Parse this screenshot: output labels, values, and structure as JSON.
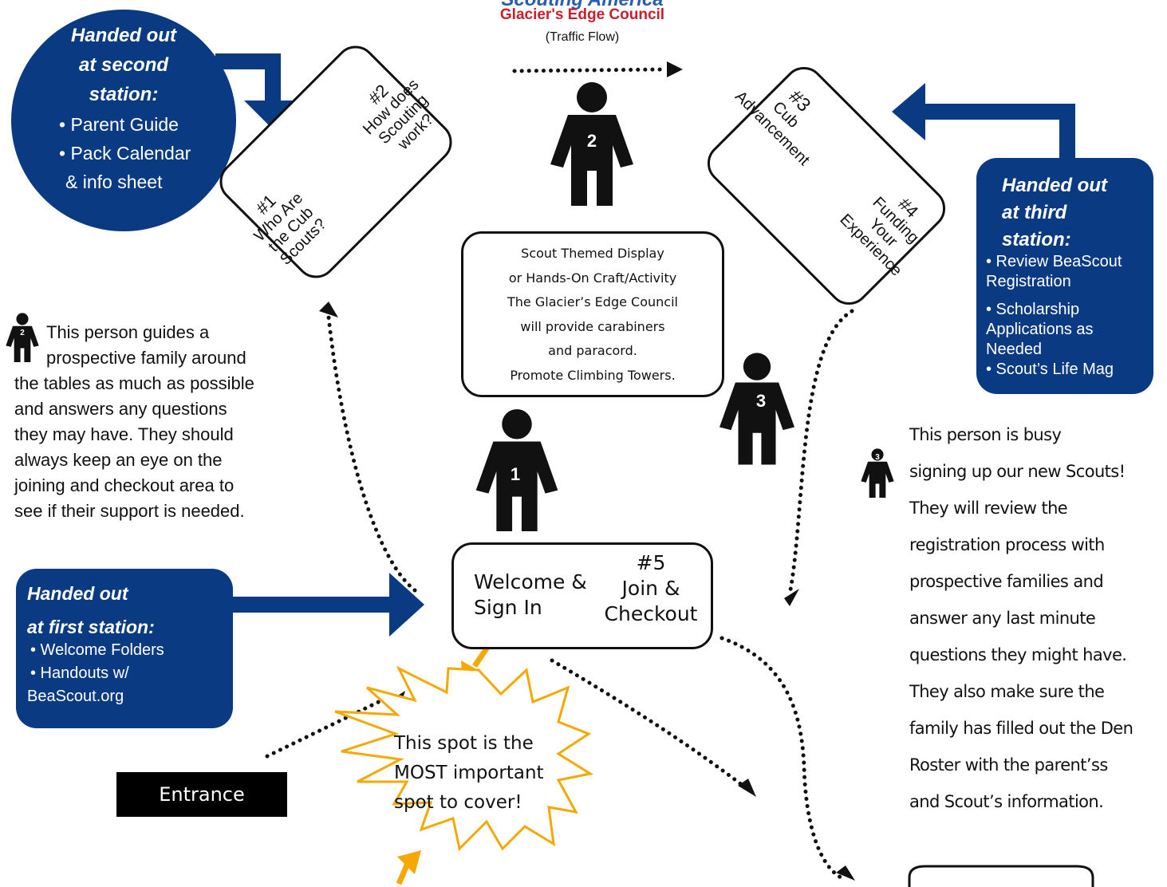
{
  "header": {
    "logo_text": "Scouting America",
    "council": "Glacier's Edge Council",
    "subtitle": "(Traffic Flow)"
  },
  "colors": {
    "brand_blue": "#0a3a82",
    "logo_red": "#c8202f",
    "highlight_orange": "#f5a800",
    "ink": "#111111"
  },
  "handout_second": {
    "title_lines": [
      "Handed out",
      "at second",
      "station:"
    ],
    "items": [
      "• Parent Guide",
      "• Pack Calendar",
      "& info sheet"
    ]
  },
  "handout_third": {
    "title_lines": [
      "Handed out",
      "at third",
      "station:"
    ],
    "items": [
      "• Review BeaScout",
      "Registration",
      "• Scholarship",
      "Applications as",
      "Needed",
      "• Scout’s Life Mag"
    ]
  },
  "handout_first": {
    "title_lines": [
      "Handed out",
      "at first station:"
    ],
    "items": [
      "• Welcome Folders",
      "• Handouts w/",
      "BeaScout.org"
    ]
  },
  "table_left": {
    "station1_lines": [
      "#1",
      "Who Are",
      "the Cub",
      "Scouts?"
    ],
    "station2_lines": [
      "#2",
      "How does",
      "Scouting",
      "work?"
    ]
  },
  "table_right": {
    "station3_lines": [
      "#3",
      "Cub",
      "Advancement"
    ],
    "station4_lines": [
      "#4",
      "Funding",
      "Your",
      "Experience"
    ]
  },
  "display_box": {
    "lines": [
      "Scout Themed Display",
      "or Hands-On Craft/Activity",
      "The Glacier’s Edge Council",
      "will provide carabiners",
      "and paracord.",
      "Promote Climbing Towers."
    ]
  },
  "welcome_table": {
    "left_lines": [
      "Welcome &",
      "Sign In"
    ],
    "right_lines": [
      "#5",
      "Join &",
      "Checkout"
    ]
  },
  "people": {
    "p1": "1",
    "p2": "2",
    "p3": "3"
  },
  "person2_note": {
    "badge": "2",
    "lines": [
      "This person guides a",
      "prospective family around",
      "the tables as much as possible",
      "and answers any questions",
      "they may have. They should",
      "always keep an eye on the",
      "joining and checkout area to",
      "see if their support is needed."
    ]
  },
  "person3_note": {
    "badge": "3",
    "lines": [
      "This person is busy",
      "signing up our new Scouts!",
      "They will review the",
      "registration process with",
      "prospective families and",
      "answer any last minute",
      "questions they might have.",
      "They also make sure the",
      "family has filled out the Den",
      "Roster with the parent’ss",
      "and Scout’s information."
    ]
  },
  "callout": {
    "lines": [
      "This spot is the",
      "MOST important",
      "spot to cover!"
    ]
  },
  "entrance": {
    "label": "Entrance"
  },
  "icons": [
    "person-icon",
    "arrow-down-icon",
    "arrow-left-icon",
    "arrow-right-icon",
    "fleur-de-lis-icon",
    "starburst-icon"
  ]
}
